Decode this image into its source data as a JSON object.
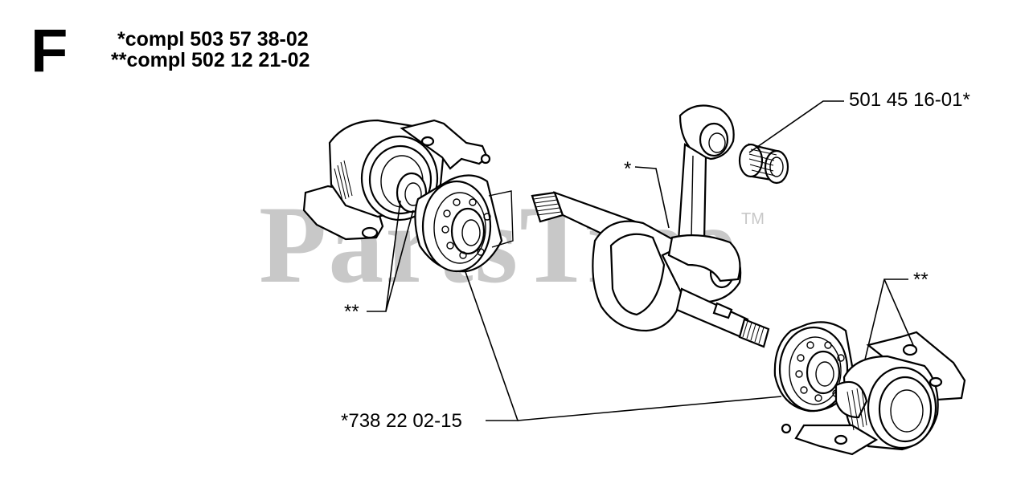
{
  "header": {
    "section_letter": "F",
    "compl_1": "*compl 503 57 38-02",
    "compl_2": "**compl 502 12 21-02"
  },
  "watermark": {
    "text": "PartsTree",
    "trademark": "TM"
  },
  "callouts": {
    "needle_bearing": "501 45 16-01*",
    "crankshaft": "*",
    "left_halves": "**",
    "right_halves": "**",
    "ball_bearing": "*738 22 02-15"
  }
}
